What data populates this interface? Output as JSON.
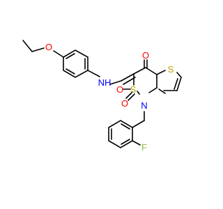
{
  "colors": {
    "carbon_bond": "#000000",
    "oxygen": "#ff0000",
    "nitrogen": "#0000ff",
    "sulfur": "#b8a000",
    "fluorine": "#8fbf3f"
  },
  "atoms": {
    "ether_oxygen": "O",
    "amine": "NH",
    "ketone_oxygen": "O",
    "thiophene_sulfur": "S",
    "sulfonyl_sulfur": "S",
    "sulfonyl_oxygen_1": "O",
    "sulfonyl_oxygen_2": "O",
    "ring_nitrogen": "N",
    "fluorine": "F"
  }
}
